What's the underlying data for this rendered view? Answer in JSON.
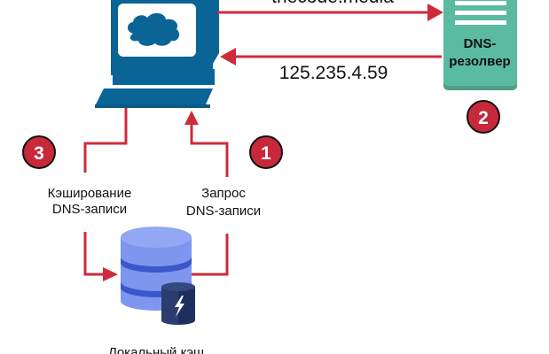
{
  "request_label": "thecode.media",
  "response_label": "125.235.4.59",
  "resolver": {
    "line1": "DNS-",
    "line2": "резолвер"
  },
  "steps": [
    {
      "number": "1",
      "line1": "Запрос",
      "line2": "DNS-записи"
    },
    {
      "number": "2"
    },
    {
      "number": "3",
      "line1": "Кэширование",
      "line2": "DNS-записи"
    }
  ],
  "cache_label": "Локальный кэш",
  "colors": {
    "computer": "#0b6496",
    "arrow": "#cf2a3a",
    "badge": "#c7283a",
    "resolver": "#5bbba0",
    "db": "#7f96ef",
    "db_dark": "#2a3d6e"
  }
}
